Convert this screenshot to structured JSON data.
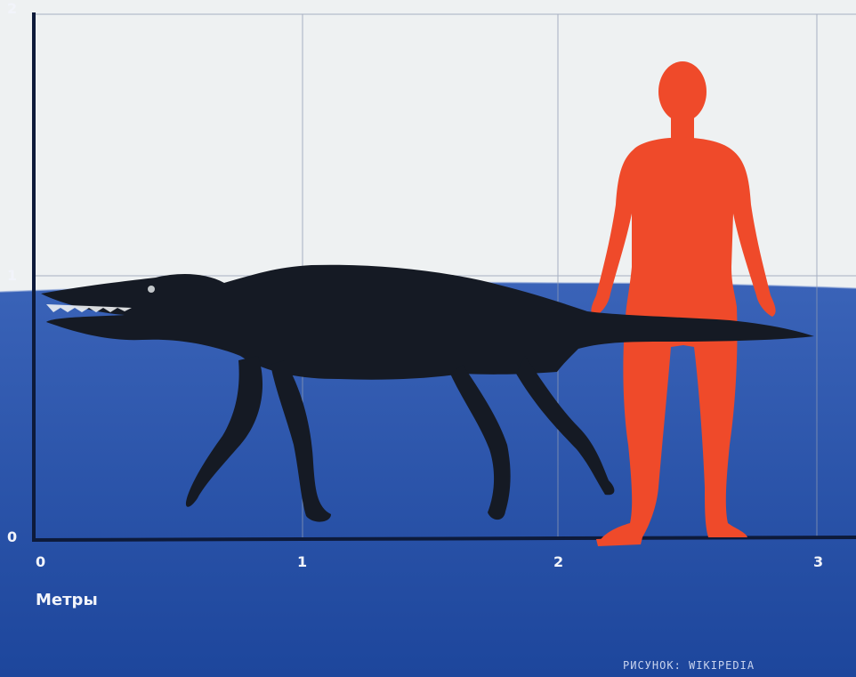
{
  "figure": {
    "y_ticks": [
      "2",
      "1",
      "0"
    ],
    "x_ticks": [
      "0",
      "1",
      "2",
      "3"
    ],
    "x_unit": "Метры",
    "credit": "РИСУНОК: WIKIPEDIA"
  },
  "scale": {
    "x_range_m": [
      0,
      3
    ],
    "y_range_m": [
      0,
      2
    ]
  },
  "colors": {
    "sky": "#eef1f2",
    "water": "#2a55b0",
    "water_deep": "#1f4aa0",
    "animal": "#151a24",
    "human": "#ef4a2a",
    "axis": "#0d1a3a",
    "grid": "#8f9bb3"
  },
  "icons": {
    "animal": "ancient-whale-silhouette",
    "human": "human-silhouette"
  }
}
